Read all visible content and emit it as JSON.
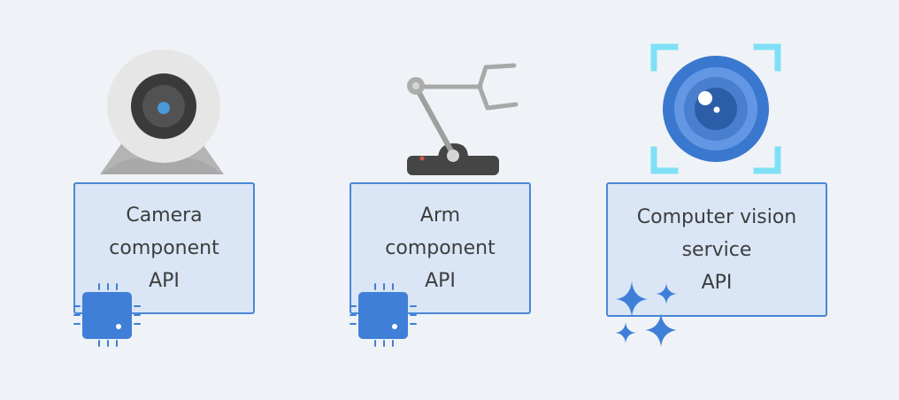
{
  "colors": {
    "background": "#eff3f7",
    "card_fill": "#dae6f6",
    "card_border": "#4a86d6",
    "chip_blue": "#3f7fd8",
    "text": "#3d3d3d",
    "frame_cyan": "#7fe0f5",
    "lens_blue": "#3a78cf"
  },
  "cards": [
    {
      "id": "camera",
      "lines": [
        "Camera",
        "component",
        "API"
      ],
      "badge": "chip-icon"
    },
    {
      "id": "arm",
      "lines": [
        "Arm",
        "component",
        "API"
      ],
      "badge": "chip-icon"
    },
    {
      "id": "vision",
      "lines": [
        "Computer vision",
        "service",
        "API"
      ],
      "badge": "sparkles-icon"
    }
  ],
  "icons": {
    "camera": "webcam-icon",
    "arm": "robot-arm-icon",
    "vision": "eye-lens-icon"
  }
}
